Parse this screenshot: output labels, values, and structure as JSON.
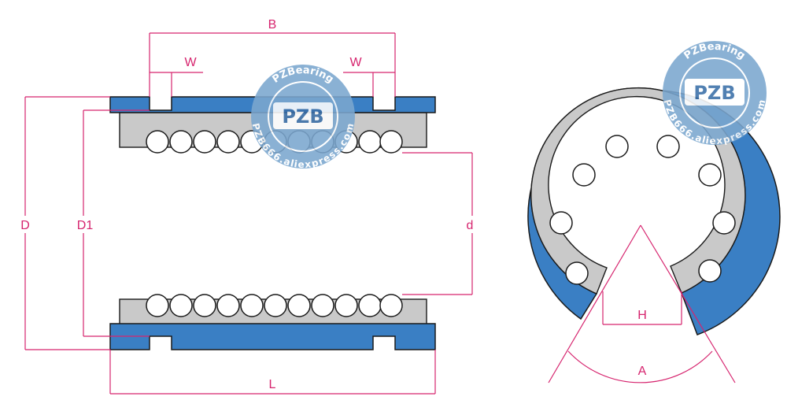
{
  "labels": {
    "B": "B",
    "W_left": "W",
    "W_right": "W",
    "D": "D",
    "D1": "D1",
    "d": "d",
    "L": "L",
    "H": "H",
    "A": "A"
  },
  "watermark": {
    "brand": "PZB",
    "top_arc": "PZBearing",
    "bottom_arc": "PZB666.aliexpress.com"
  },
  "colors": {
    "dimension": "#d6246e",
    "housing": "#3a7fc4",
    "cage": "#c9c9c9",
    "ball": "#ffffff",
    "watermark": "#7ba7cf"
  }
}
